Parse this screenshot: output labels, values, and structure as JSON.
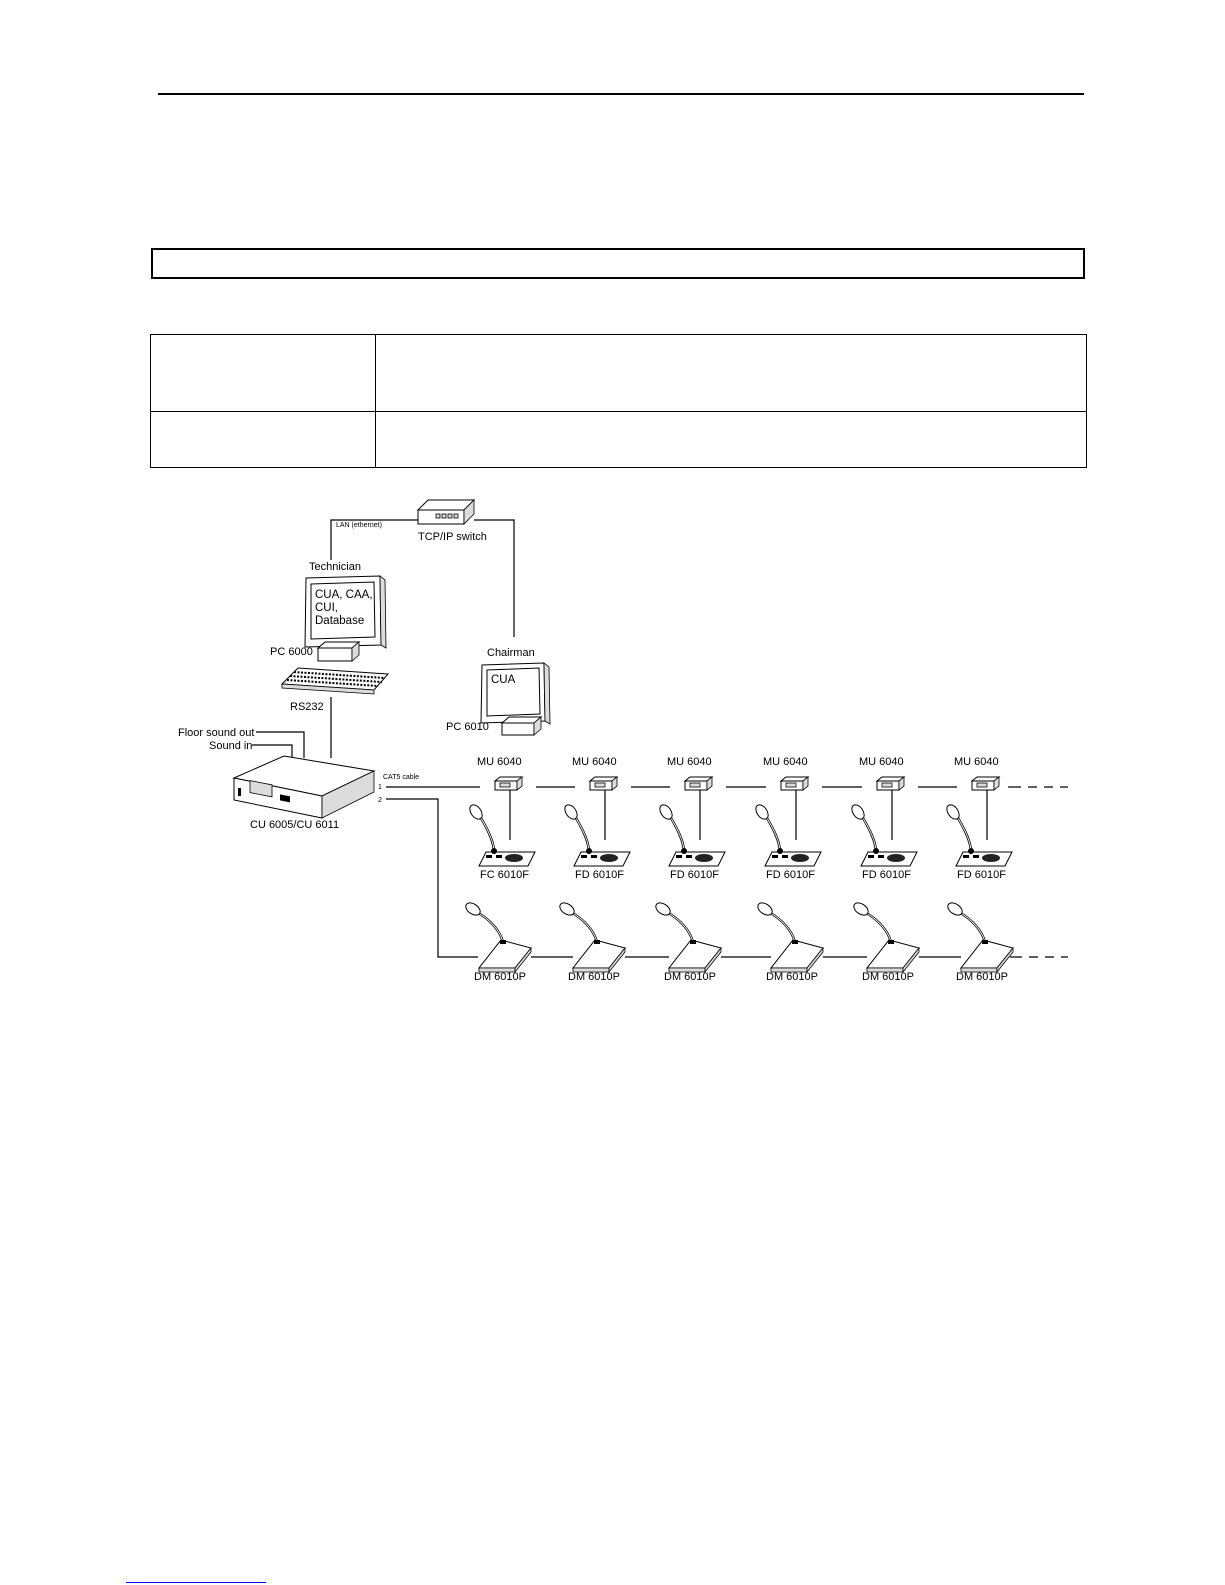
{
  "diagram": {
    "network": {
      "switch_label": "TCP/IP switch",
      "lan_label": "LAN (ethernet)"
    },
    "technician": {
      "role_label": "Technician",
      "screen_lines": [
        "CUA, CAA,",
        "CUI,",
        "Database"
      ],
      "pc_label": "PC 6000",
      "serial_label": "RS232"
    },
    "chairman": {
      "role_label": "Chairman",
      "screen_text": "CUA",
      "pc_label": "PC 6010"
    },
    "central_unit": {
      "label": "CU 6005/CU 6011",
      "floor_out_label": "Floor sound out",
      "sound_in_label": "Sound in",
      "cable_label": "CAT5 cable",
      "port1_label": "1",
      "port2_label": "2"
    },
    "line1_units": [
      {
        "mu": "MU 6040",
        "unit": "FC 6010F"
      },
      {
        "mu": "MU 6040",
        "unit": "FD 6010F"
      },
      {
        "mu": "MU 6040",
        "unit": "FD 6010F"
      },
      {
        "mu": "MU 6040",
        "unit": "FD 6010F"
      },
      {
        "mu": "MU 6040",
        "unit": "FD 6010F"
      },
      {
        "mu": "MU 6040",
        "unit": "FD 6010F"
      }
    ],
    "line2_units": [
      {
        "unit": "DM 6010P"
      },
      {
        "unit": "DM 6010P"
      },
      {
        "unit": "DM 6010P"
      },
      {
        "unit": "DM 6010P"
      },
      {
        "unit": "DM 6010P"
      },
      {
        "unit": "DM 6010P"
      }
    ]
  }
}
